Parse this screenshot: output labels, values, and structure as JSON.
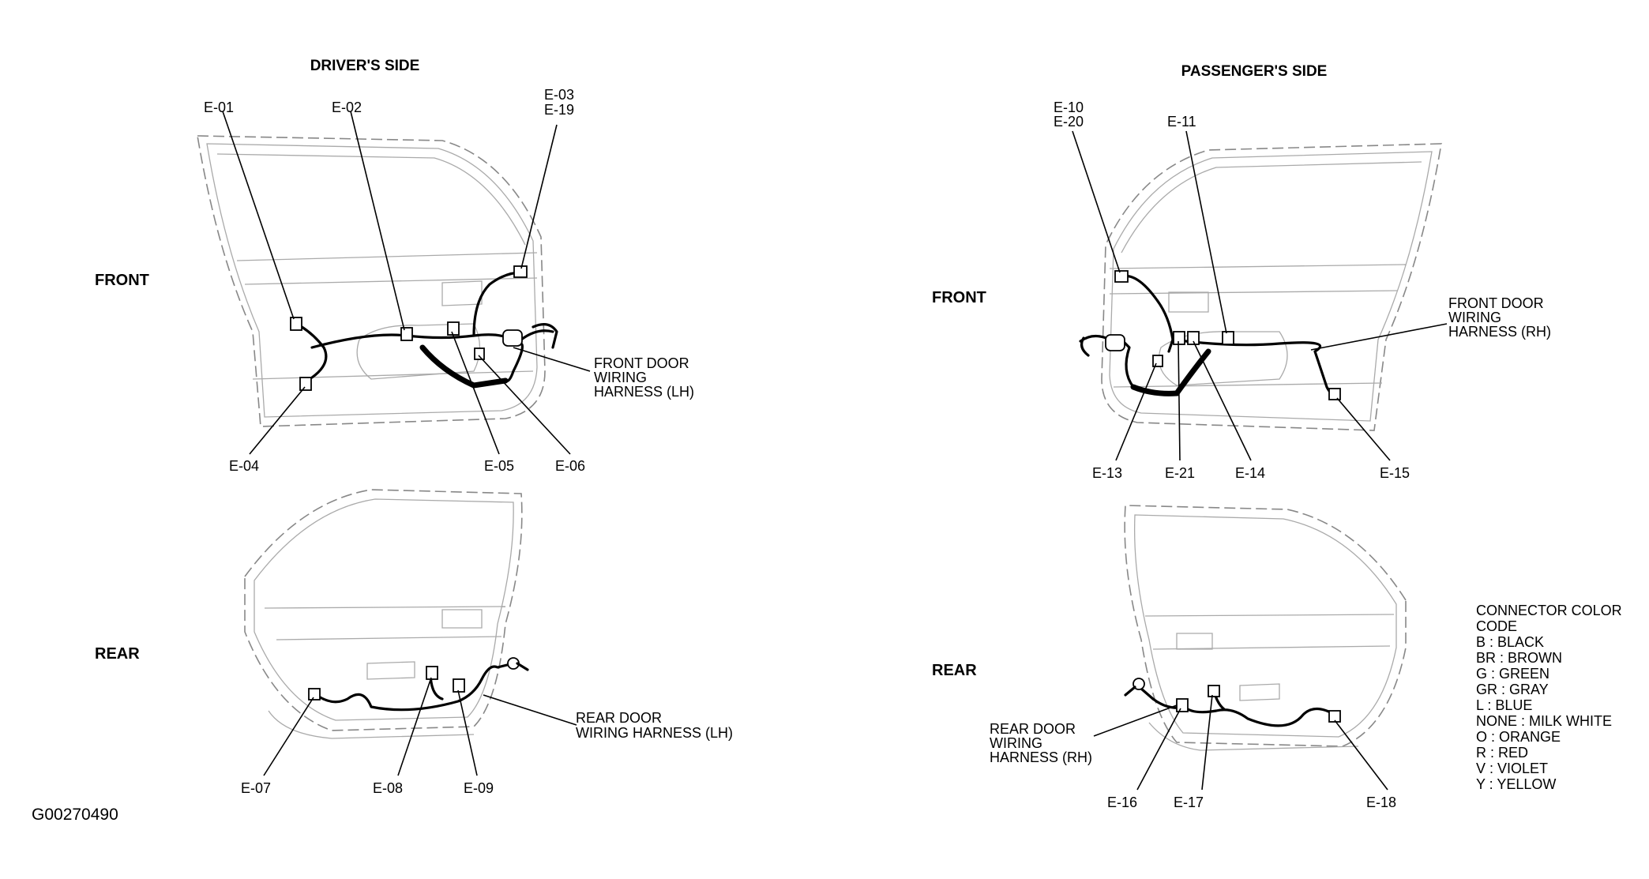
{
  "headers": {
    "driver": "DRIVER'S SIDE",
    "passenger": "PASSENGER'S SIDE"
  },
  "side_labels": {
    "driver_front": "FRONT",
    "driver_rear": "REAR",
    "passenger_front": "FRONT",
    "passenger_rear": "REAR"
  },
  "connectors": {
    "e01": "E-01",
    "e02": "E-02",
    "e03": "E-03",
    "e19": "E-19",
    "e04": "E-04",
    "e05": "E-05",
    "e06": "E-06",
    "e07": "E-07",
    "e08": "E-08",
    "e09": "E-09",
    "e10": "E-10",
    "e20": "E-20",
    "e11": "E-11",
    "e13": "E-13",
    "e21": "E-21",
    "e14": "E-14",
    "e15": "E-15",
    "e16": "E-16",
    "e17": "E-17",
    "e18": "E-18"
  },
  "harnesses": {
    "front_lh": [
      "FRONT DOOR",
      "WIRING",
      "HARNESS (LH)"
    ],
    "rear_lh": [
      "REAR DOOR",
      "WIRING HARNESS (LH)"
    ],
    "front_rh": [
      "FRONT DOOR",
      "WIRING",
      "HARNESS (RH)"
    ],
    "rear_rh": [
      "REAR DOOR",
      "WIRING",
      "HARNESS (RH)"
    ]
  },
  "color_code": {
    "title": [
      "CONNECTOR COLOR",
      "CODE"
    ],
    "entries": [
      "B : BLACK",
      "BR : BROWN",
      "G : GREEN",
      "GR : GRAY",
      "L : BLUE",
      "NONE : MILK WHITE",
      "O : ORANGE",
      "R : RED",
      "V : VIOLET",
      "Y : YELLOW"
    ]
  },
  "figure_id": "G00270490"
}
